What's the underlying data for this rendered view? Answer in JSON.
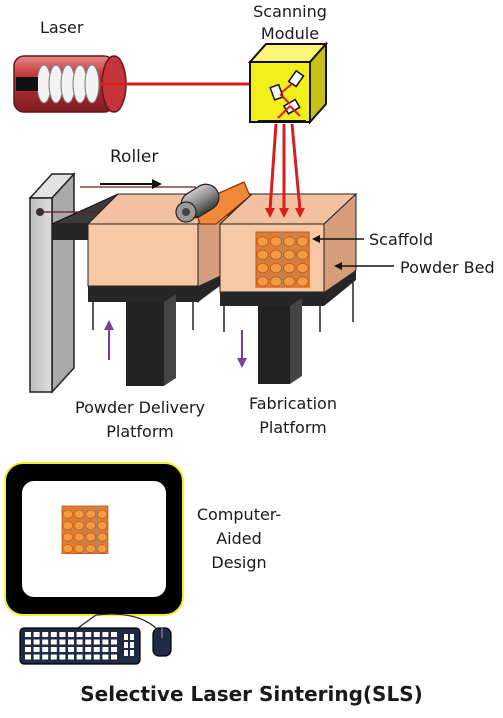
{
  "labels": {
    "laser": "Laser",
    "scanning_module_line1": "Scanning",
    "scanning_module_line2": "Module",
    "roller": "Roller",
    "scaffold": "Scaffold",
    "powder_bed": "Powder Bed",
    "powder_delivery_line1": "Powder Delivery",
    "powder_delivery_line2": "Platform",
    "fabrication_line1": "Fabrication",
    "fabrication_line2": "Platform",
    "cad_line1": "Computer-",
    "cad_line2": "Aided",
    "cad_line3": "Design"
  },
  "title": "Selective Laser Sintering(SLS)",
  "colors": {
    "laser_beam": "#d62020",
    "powder": "#f8c8a4",
    "scaffold": "#f07a1e",
    "scanner": "#f2ee1a",
    "frame_gray": "#c8c8c8",
    "platform_dark": "#262626",
    "arrow_purple": "#7b3fa0",
    "monitor_outline": "#f4ee2a",
    "keyboard_blue": "#1f2a44"
  }
}
